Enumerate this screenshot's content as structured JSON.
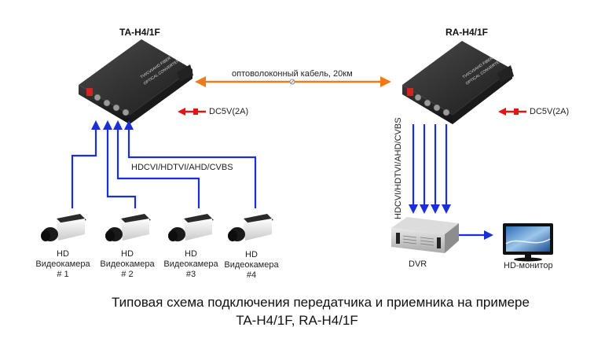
{
  "transmitter": {
    "model": "TA-H4/1F",
    "body_text_1": "TVI/CVI/AHD FIBER",
    "body_text_2": "OPTICAL CONVERTER",
    "power": "DC5V(2A)"
  },
  "receiver": {
    "model": "RA-H4/1F",
    "body_text_1": "TVI/CVI/AHD FIBER",
    "body_text_2": "OPTICAL CONVERTER",
    "power": "DC5V(2A)"
  },
  "fiber_link": {
    "label": "оптоволоконный кабель, 20км"
  },
  "signal_label_left": "HDCVI/HDTVI/AHD/CVBS",
  "signal_label_right": "HDCVI/HDTVI/AHD/CVBS",
  "cameras": [
    {
      "line1": "HD",
      "line2": "Видеокамера",
      "line3": "# 1"
    },
    {
      "line1": "HD",
      "line2": "Видеокамера",
      "line3": "# 2"
    },
    {
      "line1": "HD",
      "line2": "Видеокамера",
      "line3": "#3"
    },
    {
      "line1": "HD",
      "line2": "Видеокамера",
      "line3": "#4"
    }
  ],
  "dvr": {
    "label": "DVR"
  },
  "monitor": {
    "label": "HD-монитор"
  },
  "caption": {
    "line1": "Типовая схема подключения передатчика и приемника на примере",
    "line2": "TA-H4/1F, RA-H4/1F"
  },
  "colors": {
    "signal": "#1a2fd6",
    "fiber": "#f07a1a",
    "power": "#e01515",
    "device": "#2b2b2b"
  }
}
